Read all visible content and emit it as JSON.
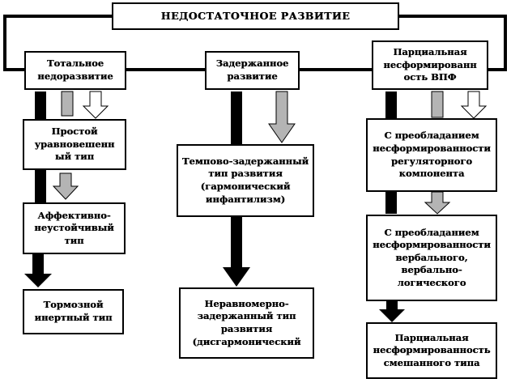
{
  "title": "НЕДОСТАТОЧНОЕ  РАЗВИТИЕ",
  "categories": {
    "total": "Тотальное\nнедоразвитие",
    "delayed": "Задержанное\nразвитие",
    "partial": "Парциальная\nнесформированн\nость ВПФ"
  },
  "types": {
    "simple": "Простой\nуравновешенн\nый тип",
    "affective": "Аффективно-\nнеустойчивый\nтип",
    "inhibitory": "Тормозной\nинертный тип",
    "tempo": "Темпово-задержанный\nтип развития\n(гармонический\nинфантилизм)",
    "uneven": "Неравномерно-\nзадержанный тип\nразвития\n(дисгармонический",
    "regulatory": "С преобладанием\nнесформированности\nрегуляторного\nкомпонента",
    "verbal": "С преобладанием\nнесформированности\nвербального,\nвербально-\nлогического",
    "mixed": "Парциальная\nнесформированность\nсмешанного типа"
  },
  "colors": {
    "black": "#000000",
    "gray": "#b4b4b4",
    "white": "#ffffff",
    "line": "#000000"
  }
}
